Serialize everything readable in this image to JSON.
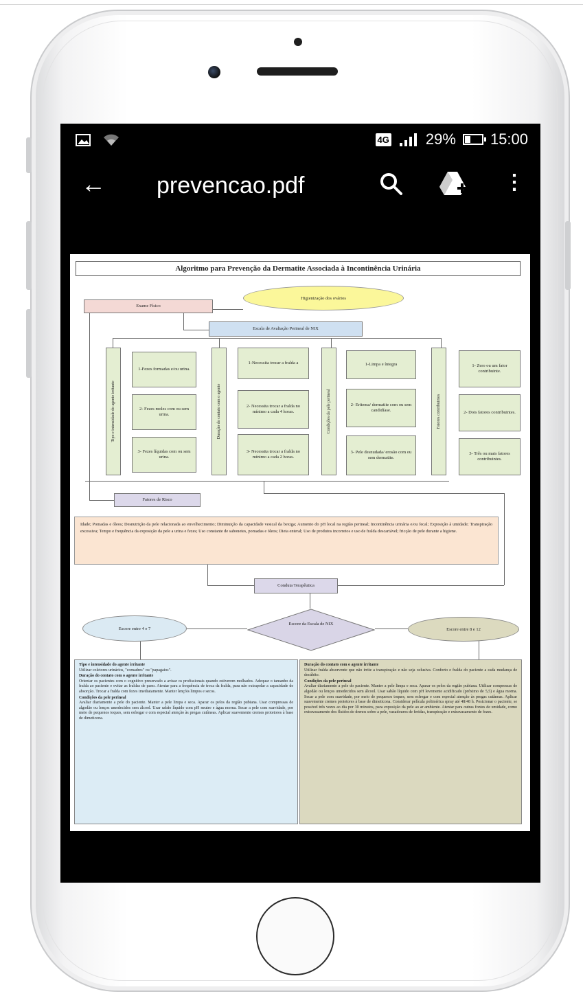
{
  "status_bar": {
    "network_badge": "4G",
    "battery": "29%",
    "battery_level": 0.29,
    "time": "15:00"
  },
  "app_bar": {
    "back_icon": "arrow-left-icon",
    "title": "prevencao.pdf",
    "search_icon": "search-icon",
    "drive_icon": "google-drive-add-icon",
    "more_icon": "more-vert-icon"
  },
  "document": {
    "title": "Algoritmo para Prevenção da Dermatite Associada à Incontinência Urinária",
    "exame_fisico": "Exame Físico",
    "higienizacao": "Higienização dos ovários",
    "escala": "Escala de Avaliação Perineal de NIX",
    "columns": [
      {
        "label": "Tipo e intensidade do agente irritante",
        "items": [
          "1-Fezes formadas e/ou urina.",
          "2- Fezes moles com ou sem urina.",
          "3- Fezes líquidas com ou sem urina."
        ]
      },
      {
        "label": "Duração do contato com o agente",
        "items": [
          "1-Necessita trocar a fralda a",
          "2- Necessita trocar a fralda no mínimo a cada 4 horas.",
          "3- Necessita trocar a fralda no mínimo a cada 2 horas."
        ]
      },
      {
        "label": "Condições da pele perineal",
        "items": [
          "1-Limpa e íntegra",
          "2- Eritema/ dermatite com ou sem candidíase.",
          "3- Pele desnudada/ erosão com ou sem dermatite."
        ]
      },
      {
        "label": "Fatores contribuintes",
        "items": [
          "1- Zero ou um fator contribuinte.",
          "2- Dois fatores contribuintes.",
          "3- Três ou mais fatores contribuintes."
        ]
      }
    ],
    "fatores_risco": "Fatores de Risco",
    "risk_text": "Idade; Pomadas e óleos; Desnutrição da pele relacionada ao envelhecimento; Diminuição da capacidade vesical da bexiga; Aumento do pH local na região perineal; Incontinência urinária e/ou fecal; Exposição à umidade; Transpiração excessiva; Tempo e frequência da exposição da pele a urina e fezes; Uso constante de sabonetes, pomadas e óleos; Dieta enteral; Uso de produtos incorretos e uso de fralda descartável; fricção de pele durante a higiene.",
    "conduta": "Conduta Terapêutica",
    "escore_left": "Escore entre 4 e 7",
    "escore_center": "Escore da Escala de NIX",
    "escore_right": "Escore entre 8 e 12",
    "panel_left": [
      {
        "heading": "Tipo e intensidade do agente irritante",
        "text": "Utilizar coletores urinários, \"comadres\" ou \"papagaios\"."
      },
      {
        "heading": "Duração do contato com o agente irritante",
        "text": "Orientar os pacientes com o cognitivo preservado a avisar os profissionais quando estiverem molhados. Adequar o tamanho da fralda ao paciente e evitar as fraldas de pano. Atentar para a frequência de troca da fralda, para não extrapolar a capacidade de absorção. Trocar a fralda com fezes imediatamente. Manter lençóis limpos e secos."
      },
      {
        "heading": "Condições da pele perineal",
        "text": "Avaliar diariamente a pele do paciente. Manter a pele limpa e seca. Aparar os pelos da região pubiana. Usar compressas de algodão ou lenços umedecidos sem álcool. Usar sabão líquido com pH neutro e água morna. Secar a pele com suavidade, por meio de pequenos toques, sem esfregar e com especial atenção às pregas cutâneas. Aplicar suavemente cremes protetores à base de dimeticona."
      }
    ],
    "panel_right": [
      {
        "heading": "Duração do contato com o agente irritante",
        "text": "Utilizar fralda absorvente que não irrite a transpiração e não seja oclusiva. Conforto e fralda do paciente a cada mudança de decúbito."
      },
      {
        "heading": "Condições da pele perineal",
        "text": "Avaliar diariamente a pele do paciente. Manter a pele limpa e seca. Aparar os pelos da região pubiana. Utilizar compressas de algodão ou lenços umedecidos sem álcool. Usar sabão líquido com pH levemente acidificado (próximo de 5,5) e água morna. Secar a pele com suavidade, por meio de pequenos toques, sem esfregar e com especial atenção às pregas cutâneas. Aplicar suavemente cremes protetores à base de dimeticona. Considerar película polimérica spray até 48/48 h. Posicionar o paciente, se possível três vezes ao dia por 30 minutos, para exposição da pele ao ar ambiente. Atentar para outras fontes de umidade, como extravasamento dos fluidos de drenos sobre a pele, vazadouros de feridas, transpiração e extravasamento de fezes."
      }
    ]
  }
}
